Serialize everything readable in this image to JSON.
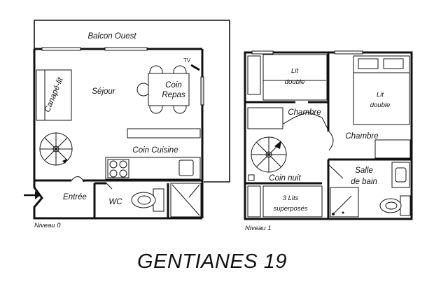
{
  "title": "GENTIANES 19",
  "levels": {
    "ground": "Niveau 0",
    "upper": "Niveau 1"
  },
  "rooms_level0": {
    "balcony": "Balcon Ouest",
    "living": "Séjour",
    "sofa_bed": "Canapé-lit",
    "dining_line1": "Coin",
    "dining_line2": "Repas",
    "tv": "TV",
    "kitchen": "Coin Cuisine",
    "entrance": "Entrée",
    "wc": "WC"
  },
  "rooms_level1": {
    "double_bed1_line1": "Lit",
    "double_bed1_line2": "double",
    "double_bed2_line1": "Lit",
    "double_bed2_line2": "double",
    "bedroom_left": "Chambre",
    "bedroom_right": "Chambre",
    "night_corner": "Coin nuit",
    "bunk_line1": "3 Lits",
    "bunk_line2": "superposés",
    "bathroom_line1": "Salle",
    "bathroom_line2": "de bain"
  }
}
